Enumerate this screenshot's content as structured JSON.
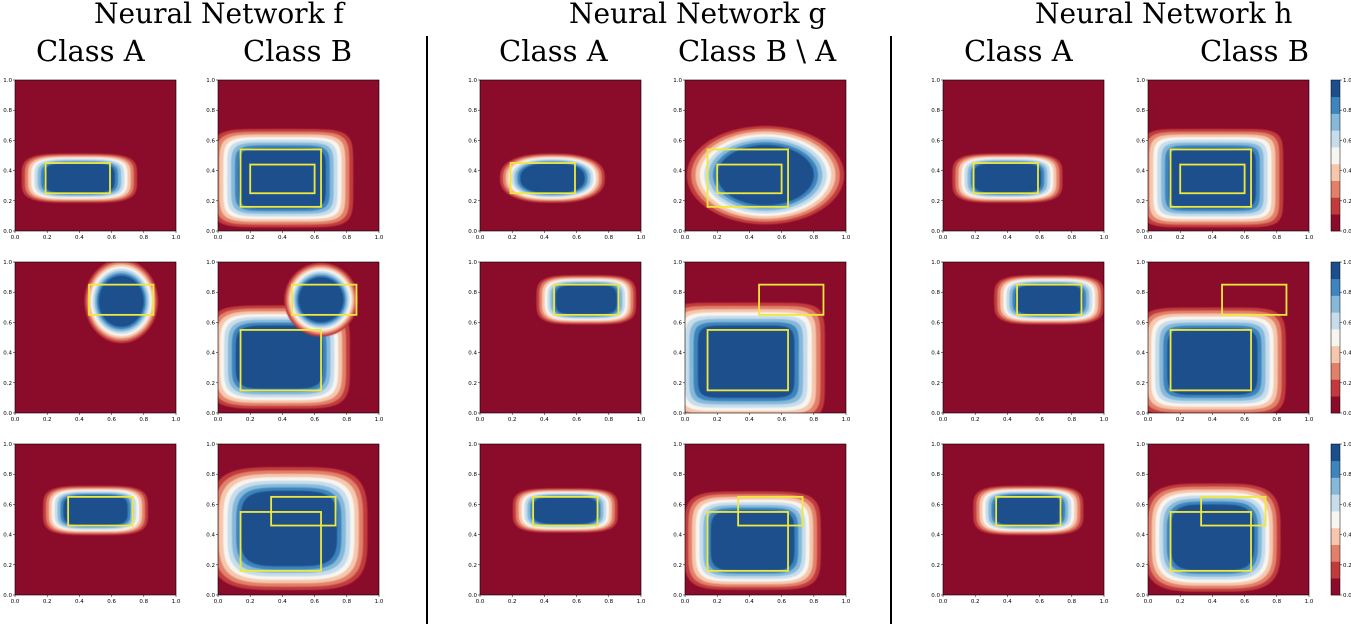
{
  "networks": [
    {
      "title": "Neural Network f",
      "columns": [
        "Class A",
        "Class B"
      ]
    },
    {
      "title": "Neural Network g",
      "columns": [
        "Class A",
        "Class B \\ A"
      ]
    },
    {
      "title": "Neural Network h",
      "columns": [
        "Class A",
        "Class B"
      ]
    }
  ],
  "axis_ticks": [
    "0.0",
    "0.2",
    "0.4",
    "0.6",
    "0.8",
    "1.0"
  ],
  "colorbar_ticks": [
    "0.0",
    "0.2",
    "0.4",
    "0.6",
    "0.8",
    "1.0"
  ],
  "colors": {
    "low": "#8a0c2a",
    "high": "#1a4f8c",
    "box": "#f0e83a",
    "ramp": [
      "#8a0c2a",
      "#c23b3c",
      "#e1816a",
      "#f6c7ad",
      "#f7f5f0",
      "#c7ddec",
      "#86b9d9",
      "#3e84bd",
      "#1a4f8c"
    ]
  },
  "chart_data": {
    "type": "heatmap",
    "description_keys": "grid of 3 networks x 2 classes x 3 rows of 2D contour plots on [0,1]x[0,1]",
    "xlim": [
      0,
      1
    ],
    "ylim": [
      0,
      1
    ],
    "zlim": [
      0,
      1
    ],
    "panels": [
      {
        "network": "f",
        "column": "Class A",
        "row": 1,
        "blobs": [
          {
            "cx": 0.4,
            "cy": 0.35,
            "rx": 0.22,
            "ry": 0.1,
            "n": 4
          }
        ],
        "boxes": [
          [
            0.19,
            0.25,
            0.59,
            0.45
          ]
        ]
      },
      {
        "network": "f",
        "column": "Class B",
        "row": 1,
        "blobs": [
          {
            "cx": 0.4,
            "cy": 0.35,
            "rx": 0.27,
            "ry": 0.2,
            "n": 6
          }
        ],
        "boxes": [
          [
            0.14,
            0.16,
            0.64,
            0.54
          ],
          [
            0.2,
            0.25,
            0.6,
            0.44
          ]
        ]
      },
      {
        "network": "f",
        "column": "Class A",
        "row": 2,
        "blobs": [
          {
            "cx": 0.66,
            "cy": 0.74,
            "rx": 0.14,
            "ry": 0.17,
            "n": 2
          }
        ],
        "boxes": [
          [
            0.46,
            0.65,
            0.86,
            0.85
          ]
        ]
      },
      {
        "network": "f",
        "column": "Class B",
        "row": 2,
        "blobs": [
          {
            "cx": 0.38,
            "cy": 0.37,
            "rx": 0.27,
            "ry": 0.21,
            "n": 5
          },
          {
            "cx": 0.64,
            "cy": 0.75,
            "rx": 0.14,
            "ry": 0.15,
            "n": 2
          }
        ],
        "boxes": [
          [
            0.14,
            0.15,
            0.64,
            0.55
          ],
          [
            0.46,
            0.65,
            0.86,
            0.85
          ]
        ]
      },
      {
        "network": "f",
        "column": "Class A",
        "row": 3,
        "blobs": [
          {
            "cx": 0.5,
            "cy": 0.56,
            "rx": 0.2,
            "ry": 0.1,
            "n": 4
          }
        ],
        "boxes": [
          [
            0.33,
            0.46,
            0.73,
            0.65
          ]
        ]
      },
      {
        "network": "f",
        "column": "Class B",
        "row": 3,
        "blobs": [
          {
            "cx": 0.44,
            "cy": 0.44,
            "rx": 0.3,
            "ry": 0.25,
            "n": 4
          }
        ],
        "boxes": [
          [
            0.14,
            0.16,
            0.64,
            0.55
          ],
          [
            0.33,
            0.46,
            0.73,
            0.65
          ]
        ]
      },
      {
        "network": "g",
        "column": "Class A",
        "row": 1,
        "blobs": [
          {
            "cx": 0.45,
            "cy": 0.35,
            "rx": 0.2,
            "ry": 0.1,
            "n": 2.5
          }
        ],
        "boxes": [
          [
            0.19,
            0.25,
            0.59,
            0.45
          ]
        ]
      },
      {
        "network": "g",
        "column": "Class B \\ A",
        "row": 1,
        "blobs": [
          {
            "cx": 0.5,
            "cy": 0.37,
            "rx": 0.3,
            "ry": 0.2,
            "n": 2
          }
        ],
        "boxes": [
          [
            0.14,
            0.16,
            0.64,
            0.54
          ],
          [
            0.2,
            0.25,
            0.6,
            0.44
          ]
        ]
      },
      {
        "network": "g",
        "column": "Class A",
        "row": 2,
        "blobs": [
          {
            "cx": 0.66,
            "cy": 0.75,
            "rx": 0.19,
            "ry": 0.1,
            "n": 4
          }
        ],
        "boxes": [
          [
            0.46,
            0.65,
            0.86,
            0.85
          ]
        ]
      },
      {
        "network": "g",
        "column": "Class B \\ A",
        "row": 2,
        "blobs": [
          {
            "cx": 0.38,
            "cy": 0.34,
            "rx": 0.3,
            "ry": 0.24,
            "n": 7
          }
        ],
        "boxes": [
          [
            0.14,
            0.15,
            0.64,
            0.55
          ],
          [
            0.46,
            0.65,
            0.86,
            0.85
          ]
        ]
      },
      {
        "network": "g",
        "column": "Class A",
        "row": 3,
        "blobs": [
          {
            "cx": 0.53,
            "cy": 0.56,
            "rx": 0.2,
            "ry": 0.09,
            "n": 4
          }
        ],
        "boxes": [
          [
            0.33,
            0.46,
            0.73,
            0.65
          ]
        ]
      },
      {
        "network": "g",
        "column": "Class B \\ A",
        "row": 3,
        "blobs": [
          {
            "cx": 0.42,
            "cy": 0.36,
            "rx": 0.26,
            "ry": 0.2,
            "n": 5
          }
        ],
        "boxes": [
          [
            0.14,
            0.16,
            0.64,
            0.55
          ],
          [
            0.33,
            0.46,
            0.73,
            0.65
          ]
        ]
      },
      {
        "network": "h",
        "column": "Class A",
        "row": 1,
        "blobs": [
          {
            "cx": 0.4,
            "cy": 0.35,
            "rx": 0.21,
            "ry": 0.1,
            "n": 4
          }
        ],
        "boxes": [
          [
            0.19,
            0.25,
            0.59,
            0.45
          ]
        ]
      },
      {
        "network": "h",
        "column": "Class B",
        "row": 1,
        "blobs": [
          {
            "cx": 0.4,
            "cy": 0.35,
            "rx": 0.27,
            "ry": 0.2,
            "n": 7
          }
        ],
        "boxes": [
          [
            0.14,
            0.16,
            0.64,
            0.54
          ],
          [
            0.2,
            0.25,
            0.6,
            0.44
          ]
        ]
      },
      {
        "network": "h",
        "column": "Class A",
        "row": 2,
        "blobs": [
          {
            "cx": 0.66,
            "cy": 0.75,
            "rx": 0.21,
            "ry": 0.1,
            "n": 4
          }
        ],
        "boxes": [
          [
            0.46,
            0.65,
            0.86,
            0.85
          ]
        ]
      },
      {
        "network": "h",
        "column": "Class B",
        "row": 2,
        "blobs": [
          {
            "cx": 0.4,
            "cy": 0.34,
            "rx": 0.28,
            "ry": 0.22,
            "n": 6
          }
        ],
        "boxes": [
          [
            0.14,
            0.15,
            0.64,
            0.55
          ],
          [
            0.46,
            0.65,
            0.86,
            0.85
          ]
        ]
      },
      {
        "network": "h",
        "column": "Class A",
        "row": 3,
        "blobs": [
          {
            "cx": 0.53,
            "cy": 0.56,
            "rx": 0.21,
            "ry": 0.1,
            "n": 4
          }
        ],
        "boxes": [
          [
            0.33,
            0.46,
            0.73,
            0.65
          ]
        ]
      },
      {
        "network": "h",
        "column": "Class B",
        "row": 3,
        "blobs": [
          {
            "cx": 0.4,
            "cy": 0.38,
            "rx": 0.26,
            "ry": 0.22,
            "n": 4
          }
        ],
        "boxes": [
          [
            0.14,
            0.16,
            0.64,
            0.55
          ],
          [
            0.33,
            0.46,
            0.73,
            0.65
          ]
        ]
      }
    ]
  }
}
